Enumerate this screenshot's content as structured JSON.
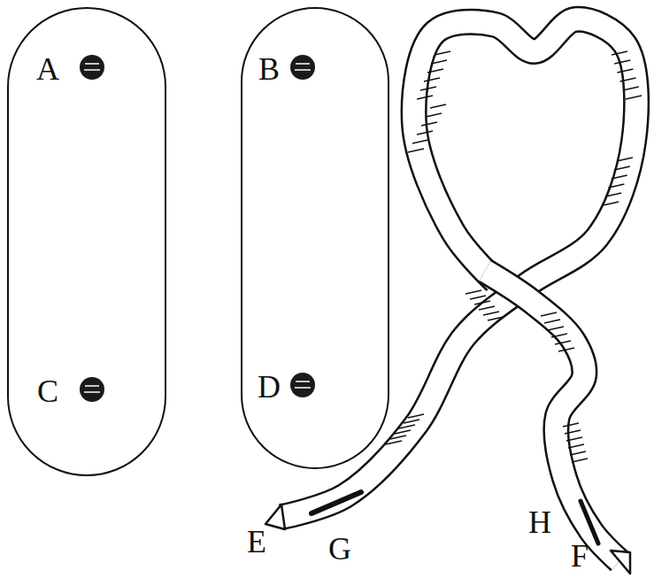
{
  "diagram": {
    "nodes": [
      {
        "text": [
          "A",
          "C"
        ]
      },
      {
        "text": [
          "B",
          "D"
        ]
      }
    ],
    "labels": [
      "E",
      "G",
      "H",
      "F"
    ]
  }
}
